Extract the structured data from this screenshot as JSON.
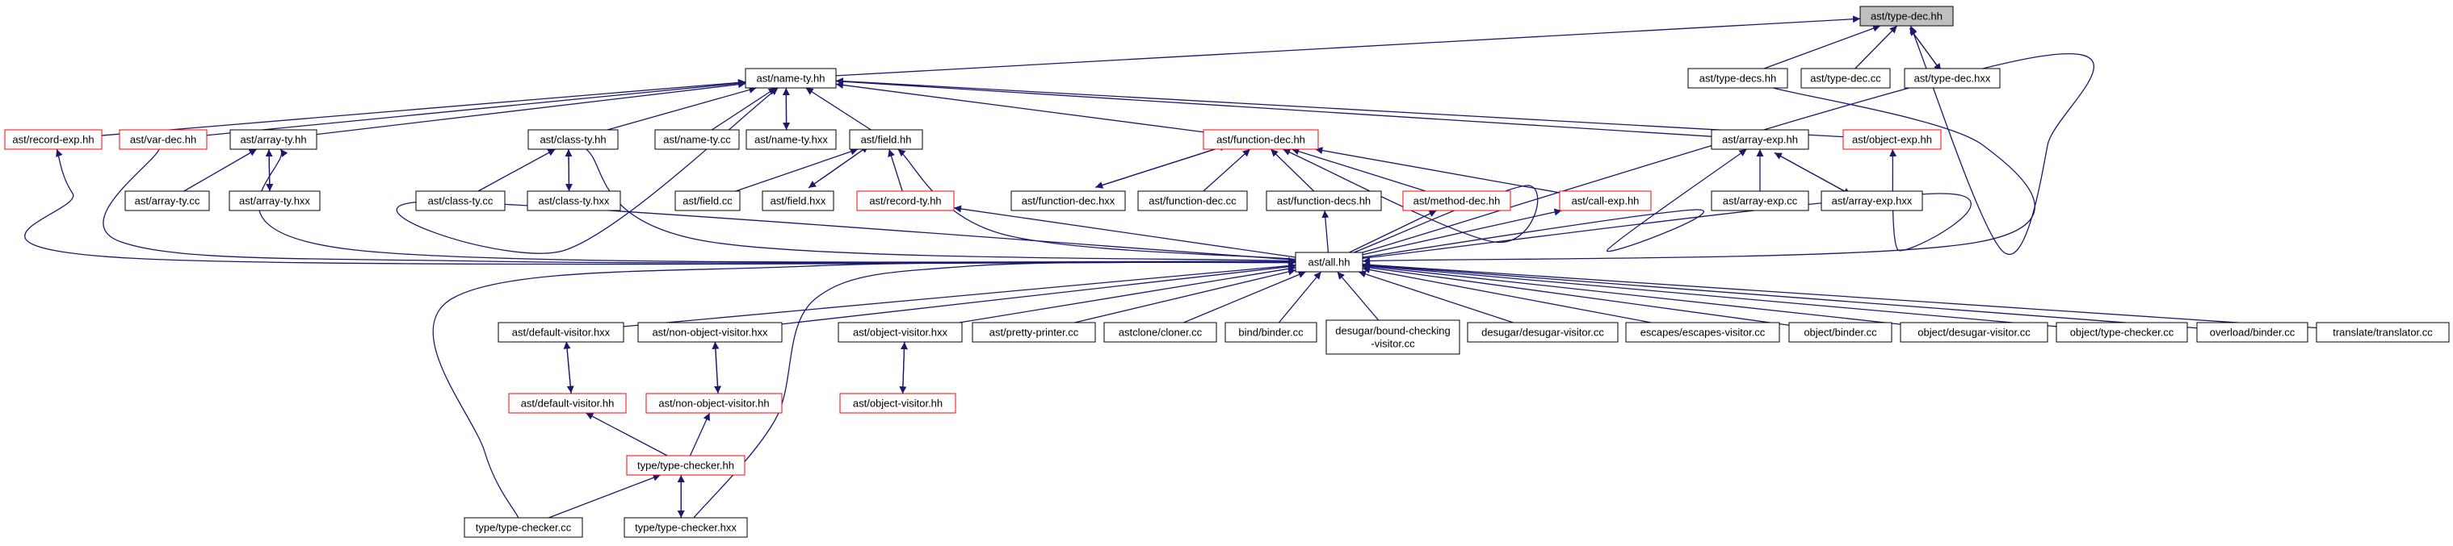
{
  "colors": {
    "background": "#ffffff",
    "edge": "#191970",
    "node_fill": "#ffffff",
    "node_fill_root": "#bfbfbf",
    "node_border_normal": "#000000",
    "node_border_truncated": "#ff0000"
  },
  "diagram": {
    "type": "include-dependency-graph",
    "nodes": [
      {
        "id": "type-dec-hh",
        "label": "ast/type-dec.hh",
        "style": "root"
      },
      {
        "id": "name-ty-hh",
        "label": "ast/name-ty.hh",
        "style": "normal"
      },
      {
        "id": "type-decs-hh",
        "label": "ast/type-decs.hh",
        "style": "normal"
      },
      {
        "id": "type-dec-cc",
        "label": "ast/type-dec.cc",
        "style": "normal"
      },
      {
        "id": "type-dec-hxx",
        "label": "ast/type-dec.hxx",
        "style": "normal"
      },
      {
        "id": "record-exp-hh",
        "label": "ast/record-exp.hh",
        "style": "truncated"
      },
      {
        "id": "var-dec-hh",
        "label": "ast/var-dec.hh",
        "style": "truncated"
      },
      {
        "id": "array-ty-hh",
        "label": "ast/array-ty.hh",
        "style": "normal"
      },
      {
        "id": "class-ty-hh",
        "label": "ast/class-ty.hh",
        "style": "normal"
      },
      {
        "id": "name-ty-cc",
        "label": "ast/name-ty.cc",
        "style": "normal"
      },
      {
        "id": "name-ty-hxx",
        "label": "ast/name-ty.hxx",
        "style": "normal"
      },
      {
        "id": "field-hh",
        "label": "ast/field.hh",
        "style": "normal"
      },
      {
        "id": "function-dec-hh",
        "label": "ast/function-dec.hh",
        "style": "truncated"
      },
      {
        "id": "array-exp-hh",
        "label": "ast/array-exp.hh",
        "style": "normal"
      },
      {
        "id": "object-exp-hh",
        "label": "ast/object-exp.hh",
        "style": "truncated"
      },
      {
        "id": "array-ty-cc",
        "label": "ast/array-ty.cc",
        "style": "normal"
      },
      {
        "id": "array-ty-hxx",
        "label": "ast/array-ty.hxx",
        "style": "normal"
      },
      {
        "id": "class-ty-cc",
        "label": "ast/class-ty.cc",
        "style": "normal"
      },
      {
        "id": "class-ty-hxx",
        "label": "ast/class-ty.hxx",
        "style": "normal"
      },
      {
        "id": "field-cc",
        "label": "ast/field.cc",
        "style": "normal"
      },
      {
        "id": "field-hxx",
        "label": "ast/field.hxx",
        "style": "normal"
      },
      {
        "id": "record-ty-hh",
        "label": "ast/record-ty.hh",
        "style": "truncated"
      },
      {
        "id": "function-dec-hxx",
        "label": "ast/function-dec.hxx",
        "style": "normal"
      },
      {
        "id": "function-dec-cc",
        "label": "ast/function-dec.cc",
        "style": "normal"
      },
      {
        "id": "function-decs-hh",
        "label": "ast/function-decs.hh",
        "style": "normal"
      },
      {
        "id": "method-dec-hh",
        "label": "ast/method-dec.hh",
        "style": "truncated"
      },
      {
        "id": "call-exp-hh",
        "label": "ast/call-exp.hh",
        "style": "truncated"
      },
      {
        "id": "array-exp-cc",
        "label": "ast/array-exp.cc",
        "style": "normal"
      },
      {
        "id": "array-exp-hxx",
        "label": "ast/array-exp.hxx",
        "style": "normal"
      },
      {
        "id": "all-hh",
        "label": "ast/all.hh",
        "style": "normal"
      },
      {
        "id": "default-visitor-hxx",
        "label": "ast/default-visitor.hxx",
        "style": "normal"
      },
      {
        "id": "non-object-visitor-hxx",
        "label": "ast/non-object-visitor.hxx",
        "style": "normal"
      },
      {
        "id": "object-visitor-hxx",
        "label": "ast/object-visitor.hxx",
        "style": "normal"
      },
      {
        "id": "pretty-printer-cc",
        "label": "ast/pretty-printer.cc",
        "style": "normal"
      },
      {
        "id": "cloner-cc",
        "label": "astclone/cloner.cc",
        "style": "normal"
      },
      {
        "id": "bind-binder-cc",
        "label": "bind/binder.cc",
        "style": "normal"
      },
      {
        "id": "bound-checking-cc",
        "label": "desugar/bound-checking\n-visitor.cc",
        "style": "normal"
      },
      {
        "id": "desugar-visitor-cc",
        "label": "desugar/desugar-visitor.cc",
        "style": "normal"
      },
      {
        "id": "escapes-visitor-cc",
        "label": "escapes/escapes-visitor.cc",
        "style": "normal"
      },
      {
        "id": "object-binder-cc",
        "label": "object/binder.cc",
        "style": "normal"
      },
      {
        "id": "object-desugar-visitor-cc",
        "label": "object/desugar-visitor.cc",
        "style": "normal"
      },
      {
        "id": "object-type-checker-cc",
        "label": "object/type-checker.cc",
        "style": "normal"
      },
      {
        "id": "overload-binder-cc",
        "label": "overload/binder.cc",
        "style": "normal"
      },
      {
        "id": "translator-cc",
        "label": "translate/translator.cc",
        "style": "normal"
      },
      {
        "id": "default-visitor-hh",
        "label": "ast/default-visitor.hh",
        "style": "truncated"
      },
      {
        "id": "non-object-visitor-hh",
        "label": "ast/non-object-visitor.hh",
        "style": "truncated"
      },
      {
        "id": "object-visitor-hh",
        "label": "ast/object-visitor.hh",
        "style": "truncated"
      },
      {
        "id": "type-checker-hh",
        "label": "type/type-checker.hh",
        "style": "truncated"
      },
      {
        "id": "type-checker-cc",
        "label": "type/type-checker.cc",
        "style": "normal"
      },
      {
        "id": "type-checker-hxx",
        "label": "type/type-checker.hxx",
        "style": "normal"
      }
    ],
    "edges": [
      [
        "name-ty-hh",
        "type-dec-hh"
      ],
      [
        "type-decs-hh",
        "type-dec-hh"
      ],
      [
        "type-dec-cc",
        "type-dec-hh"
      ],
      [
        "type-dec-hxx",
        "type-dec-hh"
      ],
      [
        "type-dec-hh",
        "type-dec-hxx"
      ],
      [
        "all-hh",
        "type-dec-hh"
      ],
      [
        "record-exp-hh",
        "name-ty-hh"
      ],
      [
        "var-dec-hh",
        "name-ty-hh"
      ],
      [
        "array-ty-hh",
        "name-ty-hh"
      ],
      [
        "class-ty-hh",
        "name-ty-hh"
      ],
      [
        "name-ty-cc",
        "name-ty-hh"
      ],
      [
        "name-ty-hxx",
        "name-ty-hh"
      ],
      [
        "name-ty-hh",
        "name-ty-hxx"
      ],
      [
        "field-hh",
        "name-ty-hh"
      ],
      [
        "function-dec-hh",
        "name-ty-hh"
      ],
      [
        "array-exp-hh",
        "name-ty-hh"
      ],
      [
        "object-exp-hh",
        "name-ty-hh"
      ],
      [
        "all-hh",
        "name-ty-hh"
      ],
      [
        "type-decs-hh",
        "all-hh"
      ],
      [
        "array-ty-cc",
        "array-ty-hh"
      ],
      [
        "array-ty-hxx",
        "array-ty-hh"
      ],
      [
        "array-ty-hh",
        "array-ty-hxx"
      ],
      [
        "all-hh",
        "array-ty-hh"
      ],
      [
        "class-ty-cc",
        "class-ty-hh"
      ],
      [
        "class-ty-hxx",
        "class-ty-hh"
      ],
      [
        "class-ty-hh",
        "class-ty-hxx"
      ],
      [
        "class-ty-hh",
        "all-hh"
      ],
      [
        "field-cc",
        "field-hh"
      ],
      [
        "field-hxx",
        "field-hh"
      ],
      [
        "field-hh",
        "field-hxx"
      ],
      [
        "record-ty-hh",
        "field-hh"
      ],
      [
        "all-hh",
        "field-hh"
      ],
      [
        "function-dec-hxx",
        "function-dec-hh"
      ],
      [
        "function-dec-hh",
        "function-dec-hxx"
      ],
      [
        "function-dec-cc",
        "function-dec-hh"
      ],
      [
        "function-decs-hh",
        "function-dec-hh"
      ],
      [
        "method-dec-hh",
        "function-dec-hh"
      ],
      [
        "call-exp-hh",
        "function-dec-hh"
      ],
      [
        "all-hh",
        "function-dec-hh"
      ],
      [
        "array-exp-cc",
        "array-exp-hh"
      ],
      [
        "array-exp-hxx",
        "array-exp-hh"
      ],
      [
        "array-exp-hh",
        "array-exp-hxx"
      ],
      [
        "all-hh",
        "array-exp-hh"
      ],
      [
        "all-hh",
        "object-exp-hh"
      ],
      [
        "all-hh",
        "record-exp-hh"
      ],
      [
        "var-dec-hh",
        "all-hh"
      ],
      [
        "all-hh",
        "record-ty-hh"
      ],
      [
        "all-hh",
        "function-decs-hh"
      ],
      [
        "all-hh",
        "method-dec-hh"
      ],
      [
        "all-hh",
        "call-exp-hh"
      ],
      [
        "default-visitor-hxx",
        "all-hh"
      ],
      [
        "non-object-visitor-hxx",
        "all-hh"
      ],
      [
        "object-visitor-hxx",
        "all-hh"
      ],
      [
        "pretty-printer-cc",
        "all-hh"
      ],
      [
        "cloner-cc",
        "all-hh"
      ],
      [
        "bind-binder-cc",
        "all-hh"
      ],
      [
        "bound-checking-cc",
        "all-hh"
      ],
      [
        "desugar-visitor-cc",
        "all-hh"
      ],
      [
        "escapes-visitor-cc",
        "all-hh"
      ],
      [
        "object-binder-cc",
        "all-hh"
      ],
      [
        "object-desugar-visitor-cc",
        "all-hh"
      ],
      [
        "object-type-checker-cc",
        "all-hh"
      ],
      [
        "overload-binder-cc",
        "all-hh"
      ],
      [
        "translator-cc",
        "all-hh"
      ],
      [
        "type-checker-cc",
        "all-hh"
      ],
      [
        "type-checker-hxx",
        "all-hh"
      ],
      [
        "default-visitor-hh",
        "default-visitor-hxx"
      ],
      [
        "default-visitor-hxx",
        "default-visitor-hh"
      ],
      [
        "non-object-visitor-hh",
        "non-object-visitor-hxx"
      ],
      [
        "non-object-visitor-hxx",
        "non-object-visitor-hh"
      ],
      [
        "object-visitor-hh",
        "object-visitor-hxx"
      ],
      [
        "object-visitor-hxx",
        "object-visitor-hh"
      ],
      [
        "type-checker-hh",
        "default-visitor-hh"
      ],
      [
        "type-checker-hh",
        "non-object-visitor-hh"
      ],
      [
        "type-checker-cc",
        "type-checker-hh"
      ],
      [
        "type-checker-hxx",
        "type-checker-hh"
      ],
      [
        "type-checker-hh",
        "type-checker-hxx"
      ]
    ]
  }
}
